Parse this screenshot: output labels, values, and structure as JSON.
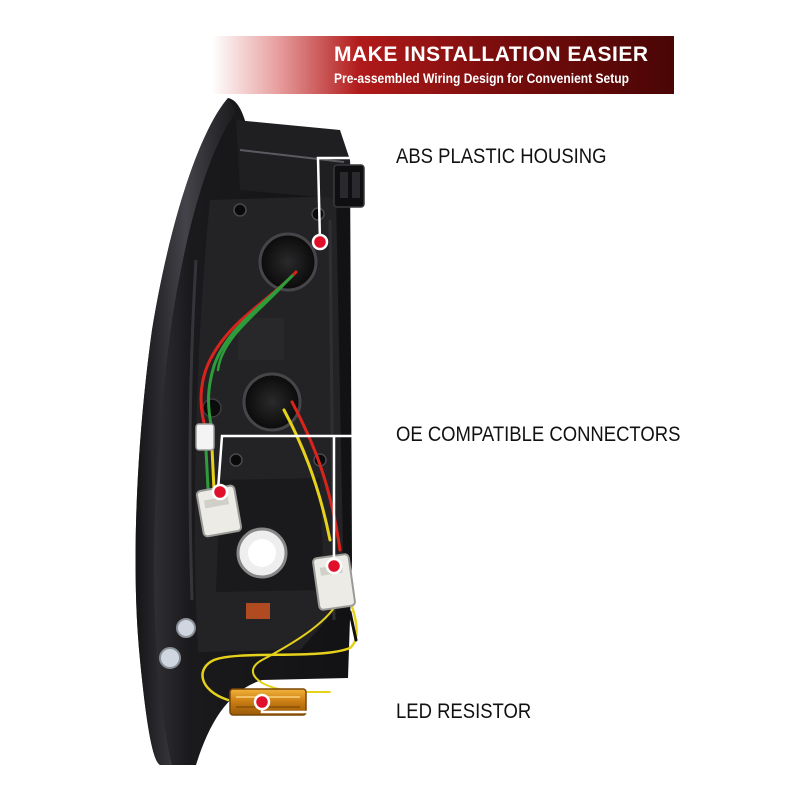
{
  "banner": {
    "title": "MAKE INSTALLATION EASIER",
    "subtitle": "Pre-assembled Wiring Design for Convenient Setup"
  },
  "callouts": {
    "housing": "ABS PLASTIC HOUSING",
    "connectors": "OE COMPATIBLE CONNECTORS",
    "resistor": "LED RESISTOR"
  },
  "colors": {
    "banner_dark": "#4a0505",
    "banner_red": "#b11a1a",
    "pointer_dot": "#e0102a",
    "wire_red": "#d8241c",
    "wire_green": "#2e9c3a",
    "wire_yellow": "#e6d21a",
    "housing": "#1b1b1e"
  }
}
